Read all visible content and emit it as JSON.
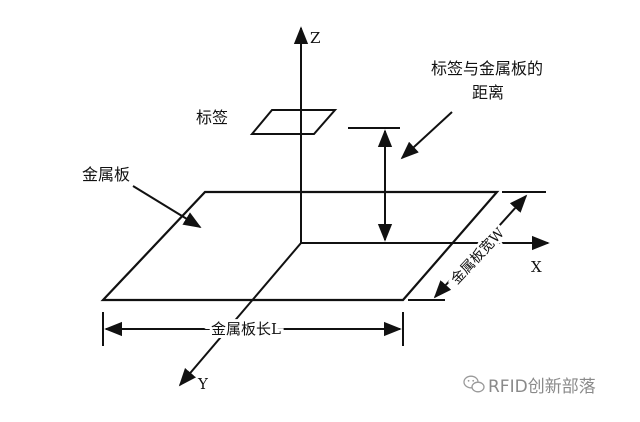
{
  "labels": {
    "axis_z": "Z",
    "axis_x": "X",
    "axis_y": "Y",
    "tag": "标签",
    "distance_line1": "标签与金属板的",
    "distance_line2": "距离",
    "metal_plate": "金属板",
    "plate_length": "金属板长L",
    "plate_width": "金属板宽W"
  },
  "watermark": {
    "text": "RFID创新部落",
    "icon": "wechat-icon"
  }
}
